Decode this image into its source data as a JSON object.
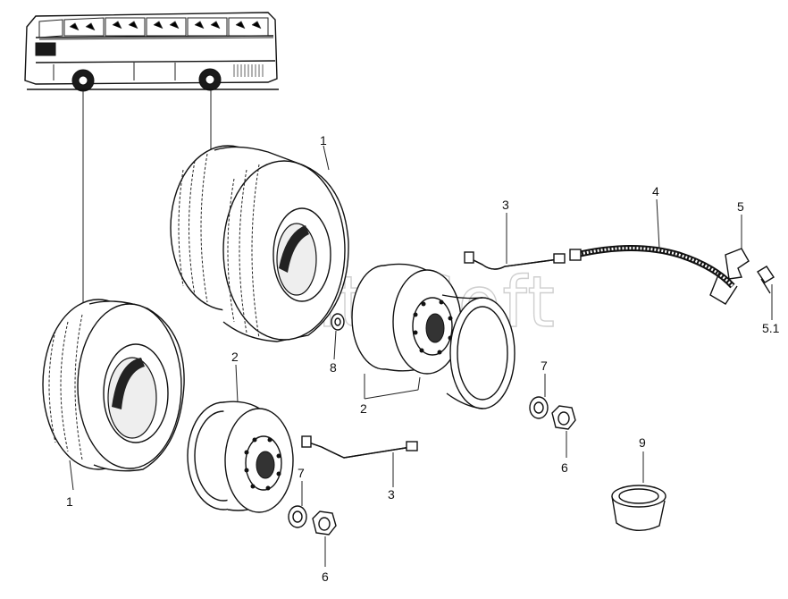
{
  "watermark": "AutoSoft",
  "callouts": {
    "c1a": "1",
    "c1b": "1",
    "c2a": "2",
    "c2b": "2",
    "c3a": "3",
    "c3b": "3",
    "c4": "4",
    "c5": "5",
    "c51": "5.1",
    "c6a": "6",
    "c6b": "6",
    "c7a": "7",
    "c7b": "7",
    "c8": "8",
    "c9": "9"
  }
}
